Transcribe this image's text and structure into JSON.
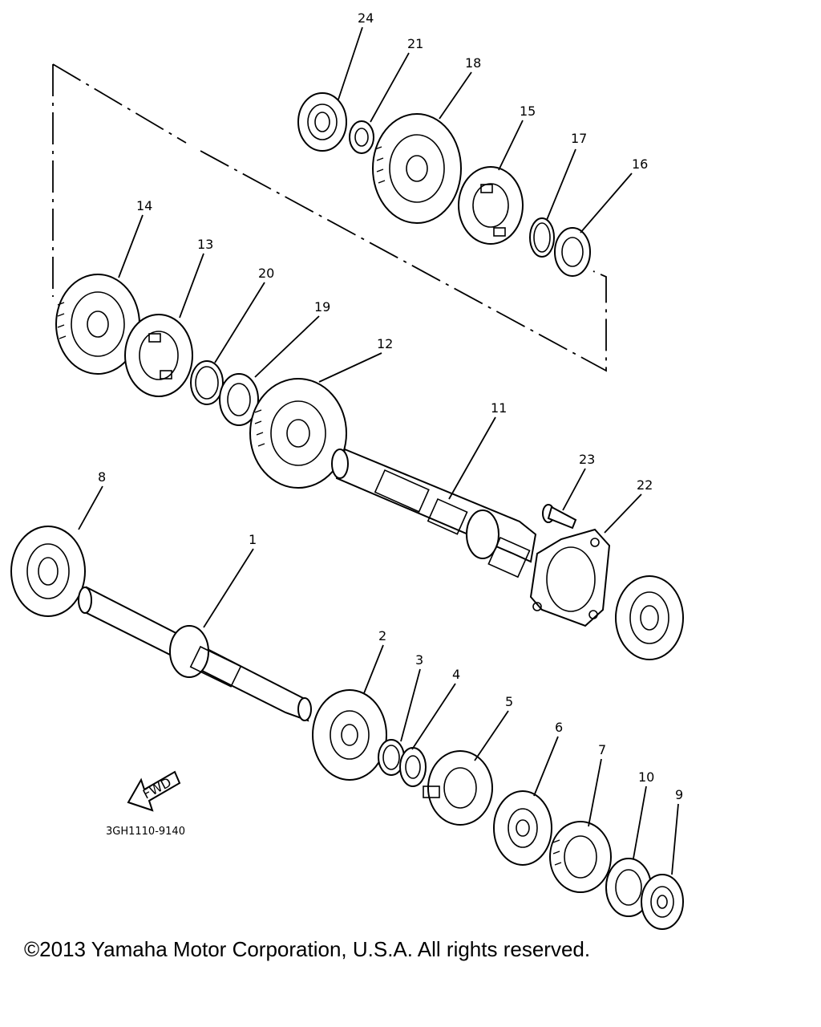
{
  "callouts": {
    "p1": "1",
    "p2": "2",
    "p3": "3",
    "p4": "4",
    "p5": "5",
    "p6": "6",
    "p7": "7",
    "p8": "8",
    "p9": "9",
    "p10": "10",
    "p11": "11",
    "p12": "12",
    "p13": "13",
    "p14": "14",
    "p15": "15",
    "p16": "16",
    "p17": "17",
    "p18": "18",
    "p19": "19",
    "p20": "20",
    "p21": "21",
    "p22": "22",
    "p23": "23",
    "p24": "24"
  },
  "fwd_label": "FWD",
  "drawing_code": "3GH1110-9140",
  "copyright": "©2013 Yamaha Motor Corporation, U.S.A. All rights reserved."
}
